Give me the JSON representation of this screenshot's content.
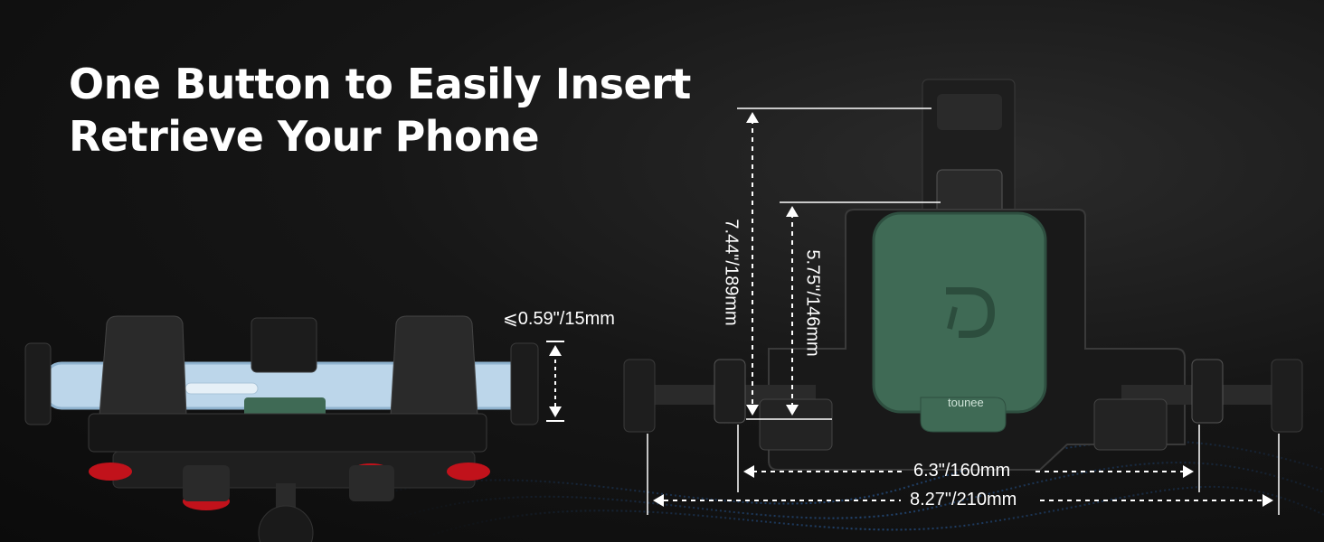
{
  "headline": {
    "line1": "One Button to Easily Insert",
    "line2": "Retrieve Your Phone"
  },
  "dimensions": {
    "thickness": "⩽0.59\"/15mm",
    "height_max": "7.44\"/189mm",
    "height_min": "5.75\"/146mm",
    "width_min": "6.3\"/160mm",
    "width_max": "8.27\"/210mm"
  },
  "brand": {
    "name": "tounee",
    "accent_color": "#3f6a55",
    "clamp_color": "#1e1e1e",
    "knob_color": "#c1121b"
  }
}
